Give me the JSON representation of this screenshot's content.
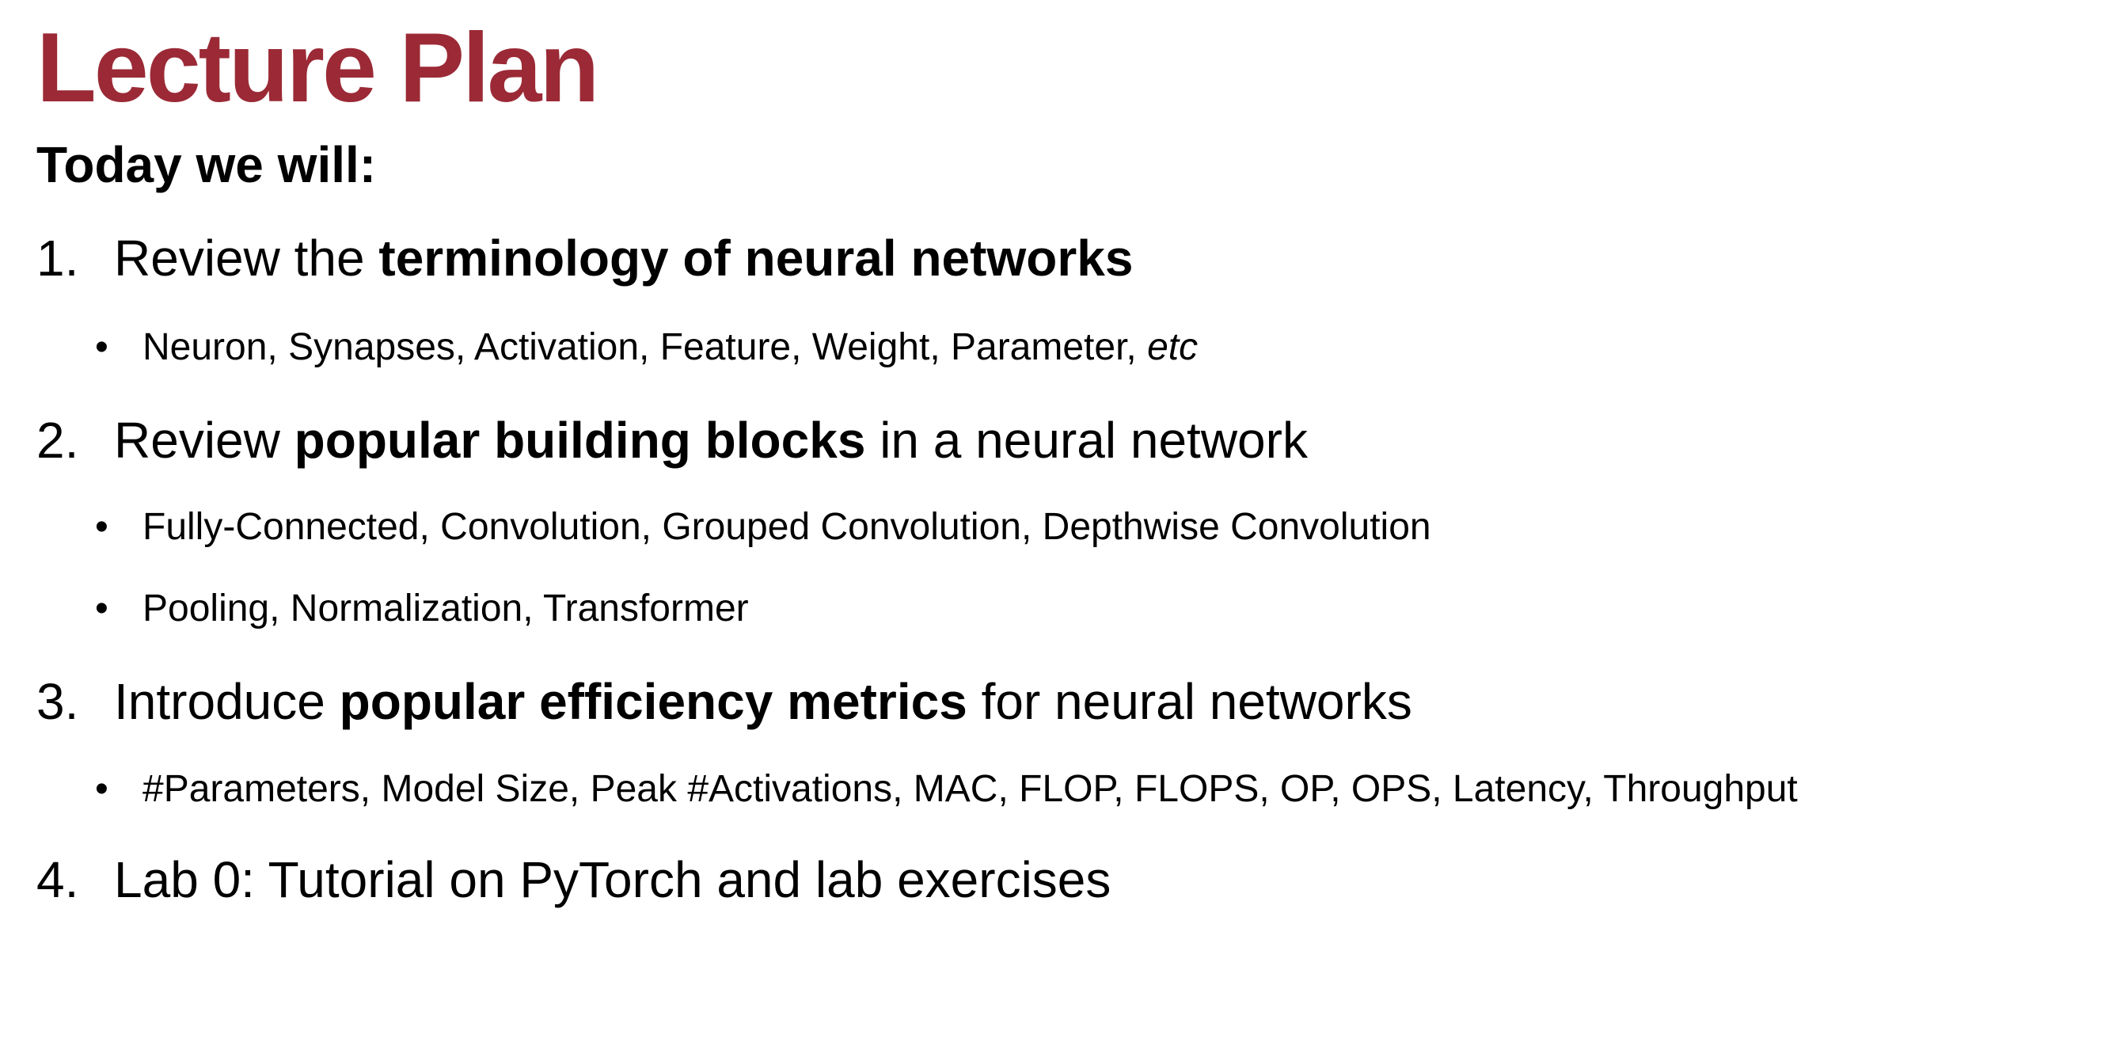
{
  "title": "Lecture Plan",
  "intro": "Today we will:",
  "items": [
    {
      "number": "1.",
      "pre": "Review the ",
      "bold": "terminology of neural networks",
      "post": "",
      "subs": [
        {
          "text": "Neuron, Synapses, Activation, Feature, Weight, Parameter, ",
          "italic": "etc"
        }
      ]
    },
    {
      "number": "2.",
      "pre": "Review ",
      "bold": "popular building blocks",
      "post": " in a neural network",
      "subs": [
        {
          "text": "Fully-Connected, Convolution, Grouped Convolution, Depthwise Convolution"
        },
        {
          "text": "Pooling, Normalization, Transformer"
        }
      ]
    },
    {
      "number": "3.",
      "pre": "Introduce ",
      "bold": "popular efficiency metrics",
      "post": " for neural networks",
      "subs": [
        {
          "text": "#Parameters, Model Size, Peak #Activations, MAC, FLOP, FLOPS, OP, OPS, Latency, Throughput"
        }
      ]
    },
    {
      "number": "4.",
      "pre": "Lab 0: Tutorial on PyTorch and lab exercises",
      "bold": "",
      "post": "",
      "subs": []
    }
  ],
  "bullet_glyph": "•",
  "colors": {
    "title": "#9b2a36",
    "text": "#000000",
    "background": "#ffffff"
  }
}
